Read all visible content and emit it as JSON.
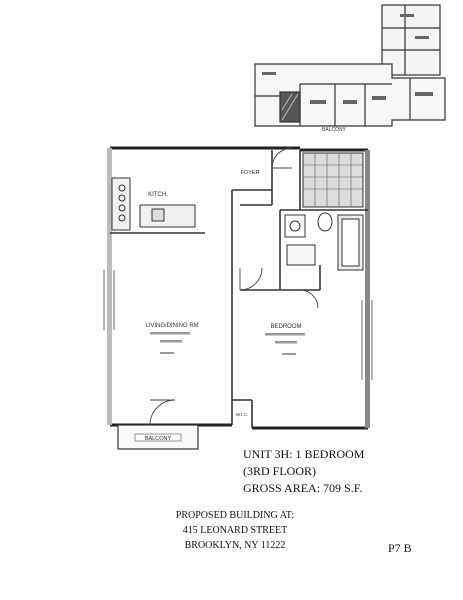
{
  "key_plan": {
    "labels": [
      "BALCONY"
    ]
  },
  "plan": {
    "rooms": {
      "foyer": "FOYER",
      "kitchen": "KITCH.",
      "living_dining": "LIVING/DINING RM",
      "bedroom": "BEDROOM",
      "balcony": "BALCONY",
      "wic": "W.I.C."
    }
  },
  "unit_info": {
    "unit_title": "UNIT 3H: 1 BEDROOM",
    "floor": "(3RD FLOOR)",
    "gross_area": "GROSS AREA: 709 S.F."
  },
  "building": {
    "line1": "PROPOSED BUILDING AT:",
    "line2": "415 LEONARD STREET",
    "line3": "BROOKLYN, NY 11222"
  },
  "page_mark": "P7 B"
}
